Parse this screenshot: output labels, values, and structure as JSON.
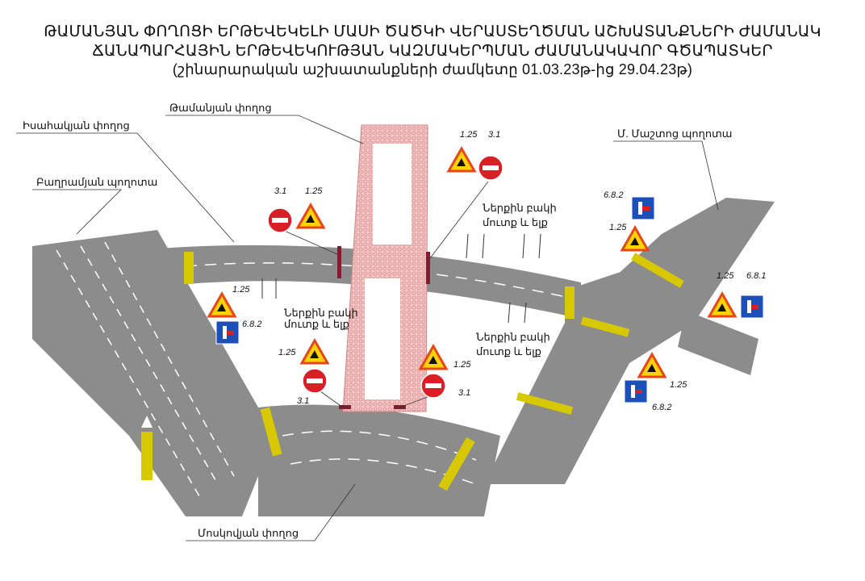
{
  "title": {
    "line1": "ԹԱՄԱՆՅԱՆ ՓՈՂՈՑԻ ԵՐԹԵՎԵԿԵԼԻ ՄԱՍԻ ԾԱԾԿԻ ՎԵՐԱՍՏԵՂԾՄԱՆ ԱՇԽԱՏԱՆՔՆԵՐԻ ԺԱՄԱՆԱԿ",
    "line2": "ՃԱՆԱՊԱՐՀԱՅԻՆ ԵՐԹԵՎԵԿՈՒԹՅԱՆ ԿԱԶՄԱԿԵՐՊՄԱՆ ԺԱՄԱՆԱԿԱՎՈՐ ԳԾԱՊԱՏԿԵՐ",
    "line3": "(շինարարական աշխատանքների ժամկետը 01.03.23թ-ից 29.04.23թ)"
  },
  "streets": {
    "tamanyan": "Թամանյան փողոց",
    "isahakyan": "Իսահակյան փողոց",
    "baghramyan": "Բաղրամյան պողոտա",
    "mashtots": "Մ. Մաշտոց պողոտա",
    "moskovyan": "Մոսկովյան փողոց"
  },
  "notes": {
    "yard_access_1_l1": "Ներքին բակի",
    "yard_access_1_l2": "մուտք և ելք",
    "yard_access_2_l1": "Ներքին բակի",
    "yard_access_2_l2": "մուտք և ելք",
    "yard_access_3_l1": "Ներքին բակի",
    "yard_access_3_l2": "մուտք և ելք"
  },
  "sign_codes": {
    "road_works": "1.25",
    "no_entry": "3.1",
    "dead_end_side": "6.8.2",
    "dead_end": "6.8.1"
  },
  "colors": {
    "road": "#8c8c8c",
    "pedestrian": "#f3c6c6",
    "sign_red": "#d81f26",
    "sign_yellow": "#ffd200",
    "sign_blue": "#1d4fb8",
    "crosswalk": "#d8c800"
  }
}
